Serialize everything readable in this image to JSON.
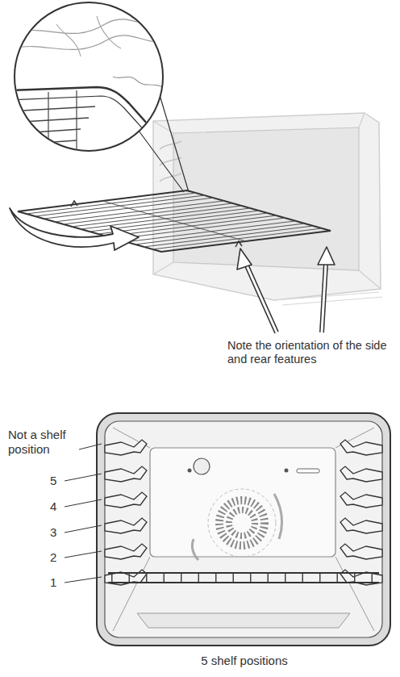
{
  "diagram": {
    "caption": "5 shelf positions",
    "labels": [
      "Note the orientation of the side and rear features",
      "Not a shelf position",
      "5",
      "4",
      "3",
      "2",
      "1"
    ]
  }
}
